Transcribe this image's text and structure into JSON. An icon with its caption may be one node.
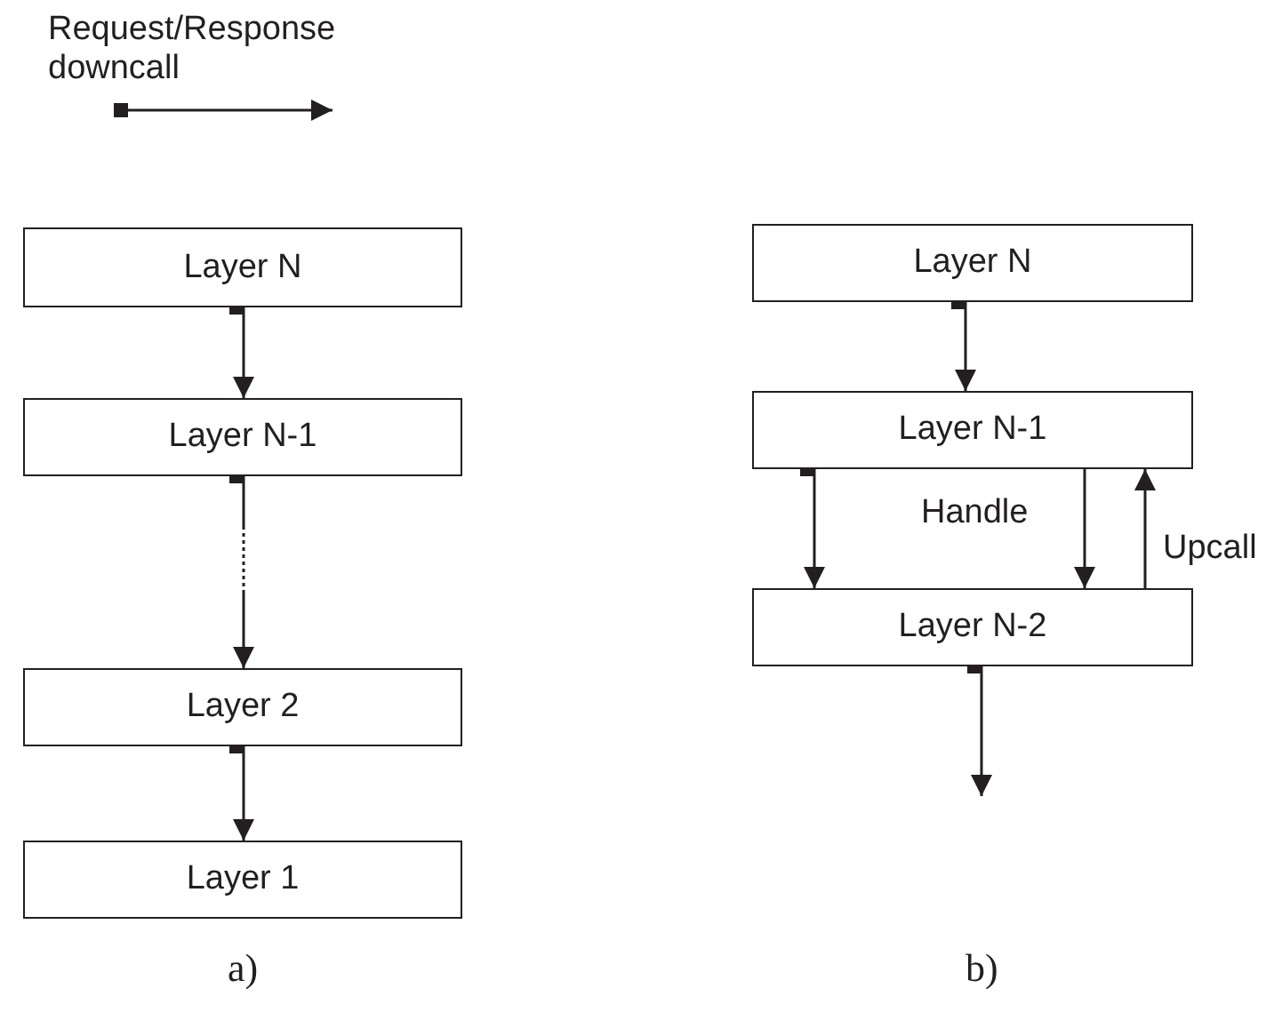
{
  "diagram": {
    "nodes": [
      {
        "text": [
          "Layer N"
        ]
      },
      {
        "text": [
          "Layer N-1"
        ]
      },
      {
        "text": [
          "Layer 2"
        ]
      },
      {
        "text": [
          "Layer 1"
        ]
      },
      {
        "text": [
          "Layer N"
        ]
      },
      {
        "text": [
          "Layer N-1"
        ]
      },
      {
        "text": [
          "Layer N-2"
        ]
      }
    ],
    "edges": [
      {
        "from": 0,
        "to": 1,
        "arrow": "to"
      },
      {
        "from": 1,
        "to": 2,
        "arrow": "to",
        "style": "dashed"
      },
      {
        "from": 2,
        "to": 3,
        "arrow": "to"
      },
      {
        "from": 4,
        "to": 5,
        "arrow": "to"
      },
      {
        "from": 5,
        "to": 6,
        "arrow": "to"
      },
      {
        "from": 5,
        "to": 6,
        "arrow": "to",
        "label": "Handle"
      },
      {
        "from": 6,
        "to": 5,
        "arrow": "to",
        "label": "Upcall"
      },
      {
        "from": 6,
        "to": null,
        "arrow": "to"
      }
    ],
    "labels": [
      "a)",
      "b)"
    ],
    "legend": [
      {
        "text": "Request/Response downcall"
      }
    ]
  }
}
